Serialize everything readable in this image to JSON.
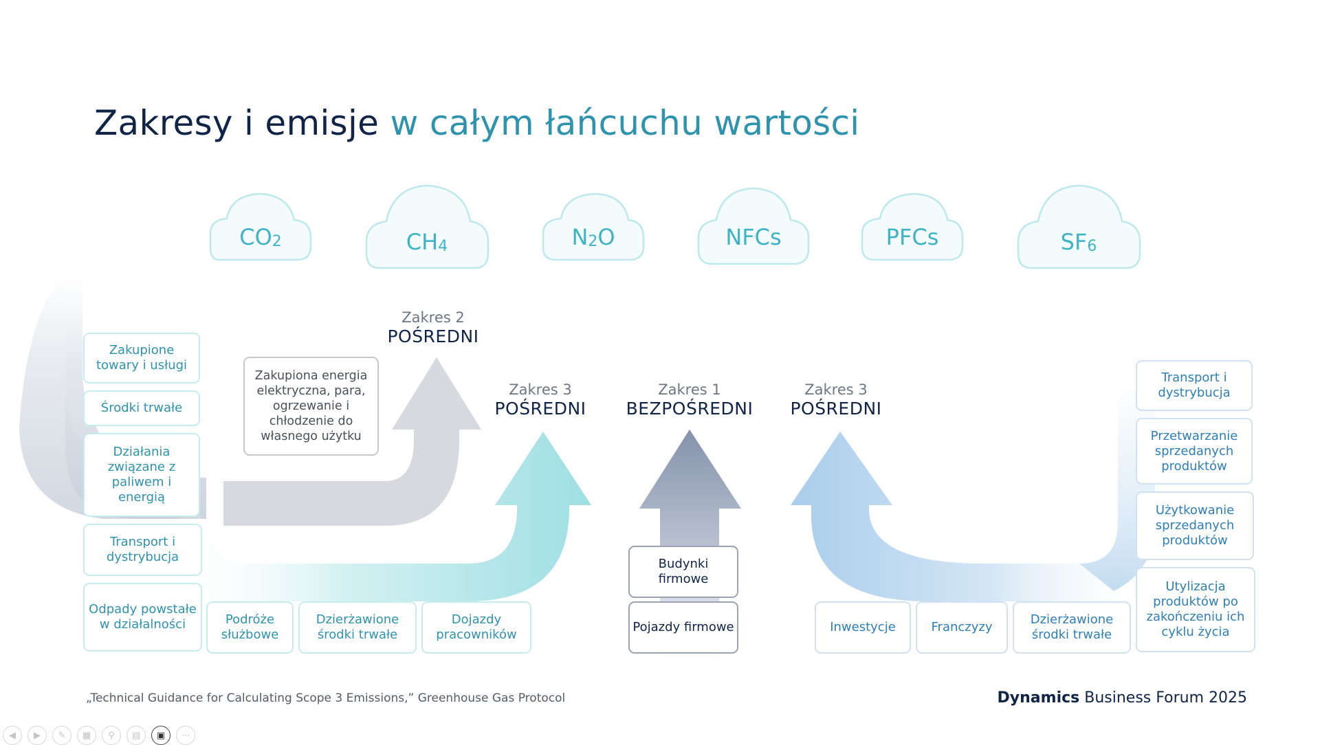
{
  "title": {
    "dark": "Zakresy i emisje",
    "light": "w całym łańcuchu wartości"
  },
  "gases": [
    {
      "base": "CO",
      "sub": "2"
    },
    {
      "base": "CH",
      "sub": "4"
    },
    {
      "base": "N",
      "sub": "2",
      "tail": "O"
    },
    {
      "base": "NFCs",
      "sub": ""
    },
    {
      "base": "PFCs",
      "sub": ""
    },
    {
      "base": "SF",
      "sub": "6"
    }
  ],
  "scopes": {
    "scope2": {
      "name": "Zakres 2",
      "type": "POŚREDNI"
    },
    "scope3_left": {
      "name": "Zakres 3",
      "type": "POŚREDNI"
    },
    "scope1": {
      "name": "Zakres 1",
      "type": "BEZPOŚREDNI"
    },
    "scope3_right": {
      "name": "Zakres 3",
      "type": "POŚREDNI"
    }
  },
  "upstream_column": [
    "Zakupione towary i usługi",
    "Środki trwałe",
    "Działania związane z paliwem i energią",
    "Transport i dystrybucja",
    "Odpady powstałe w działalności"
  ],
  "upstream_row": [
    "Podróże służbowe",
    "Dzierżawione środki trwałe",
    "Dojazdy pracowników"
  ],
  "scope2_box": "Zakupiona energia elektryczna, para, ogrzewanie i chłodzenie do własnego użytku",
  "scope1_boxes": [
    "Budynki firmowe",
    "Pojazdy firmowe"
  ],
  "downstream_row": [
    "Inwestycje",
    "Franczyzy",
    "Dzierżawione środki trwałe"
  ],
  "downstream_column": [
    "Transport i dystrybucja",
    "Przetwarzanie sprzedanych produktów",
    "Użytkowanie sprzedanych produktów",
    "Utylizacja produktów po zakończeniu ich cyklu życia"
  ],
  "footnote": "„Technical Guidance for Calculating Scope 3 Emissions,” Greenhouse Gas Protocol",
  "brand": {
    "bold": "Dynamics",
    "rest": "Business Forum 2025"
  },
  "colors": {
    "navy": "#0f2447",
    "teal": "#2e93ad",
    "cloud": "#3fb2c4",
    "scope3_teal_arrow": "#9edfe3",
    "scope2_gray_arrow": "#d7d9de",
    "scope1_navy_arrow": "#8a97b0",
    "scope3_blue_arrow": "#a9cdeb"
  },
  "controls": [
    "prev-icon",
    "next-icon",
    "pen-icon",
    "slides-icon",
    "zoom-icon",
    "subtitles-icon",
    "camera-icon",
    "more-icon"
  ]
}
